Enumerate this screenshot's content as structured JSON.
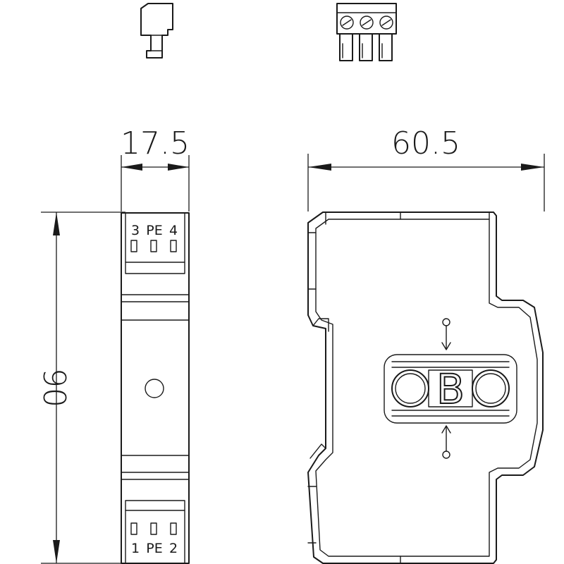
{
  "dimensions": {
    "width_side": "17.5",
    "width_front": "60.5",
    "height": "90"
  },
  "terminals": {
    "top": {
      "left": "3",
      "middle": "PE",
      "right": "4"
    },
    "bottom": {
      "left": "1",
      "middle": "PE",
      "right": "2"
    }
  },
  "logo": {
    "letter": "B"
  }
}
